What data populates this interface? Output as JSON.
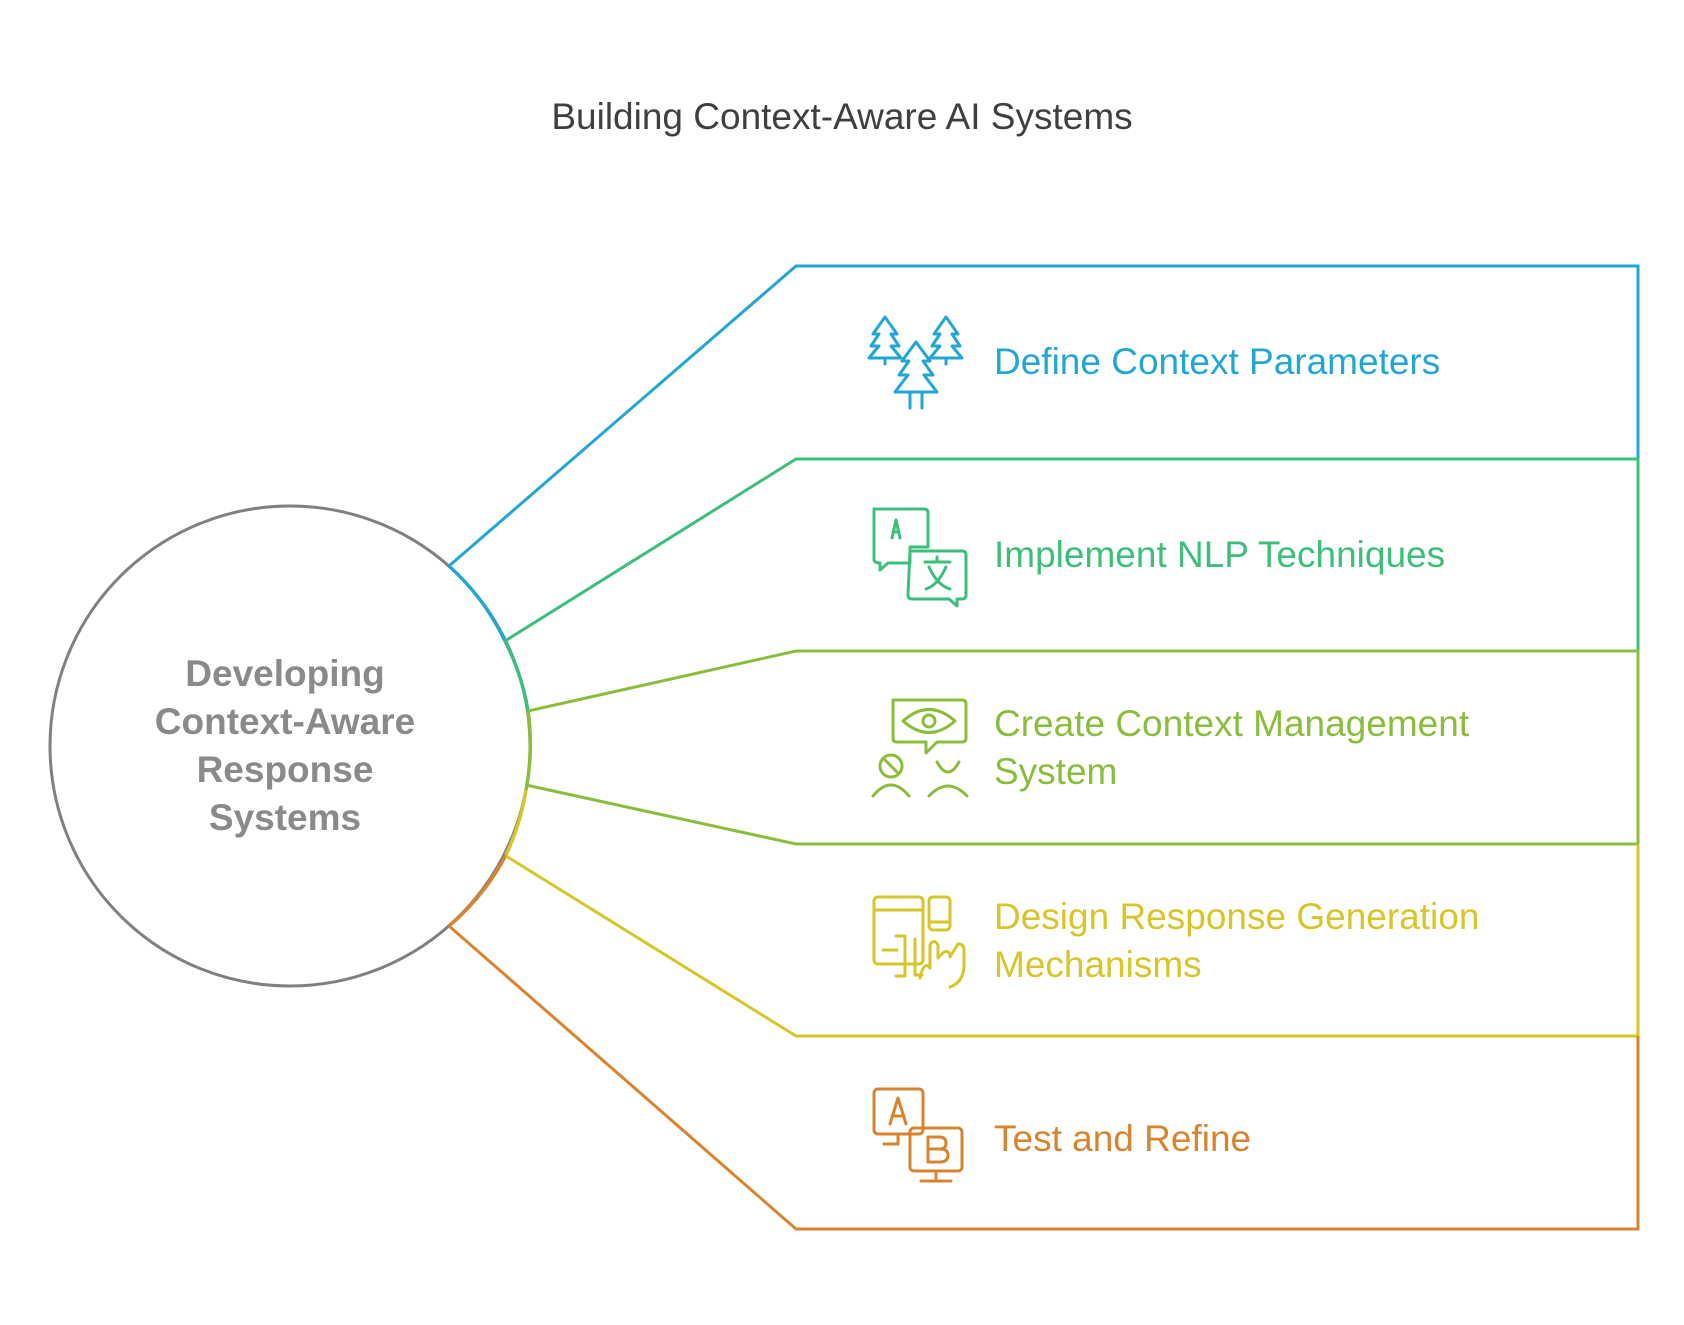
{
  "title": "Building Context-Aware AI Systems",
  "hub": {
    "lines": [
      "Developing",
      "Context-Aware",
      "Response",
      "Systems"
    ],
    "color": "#808080"
  },
  "steps": [
    {
      "label": "Define Context Parameters",
      "icon": "trees-icon",
      "color": "#22a6d3"
    },
    {
      "label": "Implement NLP Techniques",
      "icon": "translate-icon",
      "color": "#3cbf7a"
    },
    {
      "label": "Create Context Management System",
      "icon": "people-eye-icon",
      "color": "#8bbd3c"
    },
    {
      "label": "Design Response Generation Mechanisms",
      "icon": "devices-icon",
      "color": "#d6c62a"
    },
    {
      "label": "Test and Refine",
      "icon": "ab-test-icon",
      "color": "#d8842f"
    }
  ]
}
